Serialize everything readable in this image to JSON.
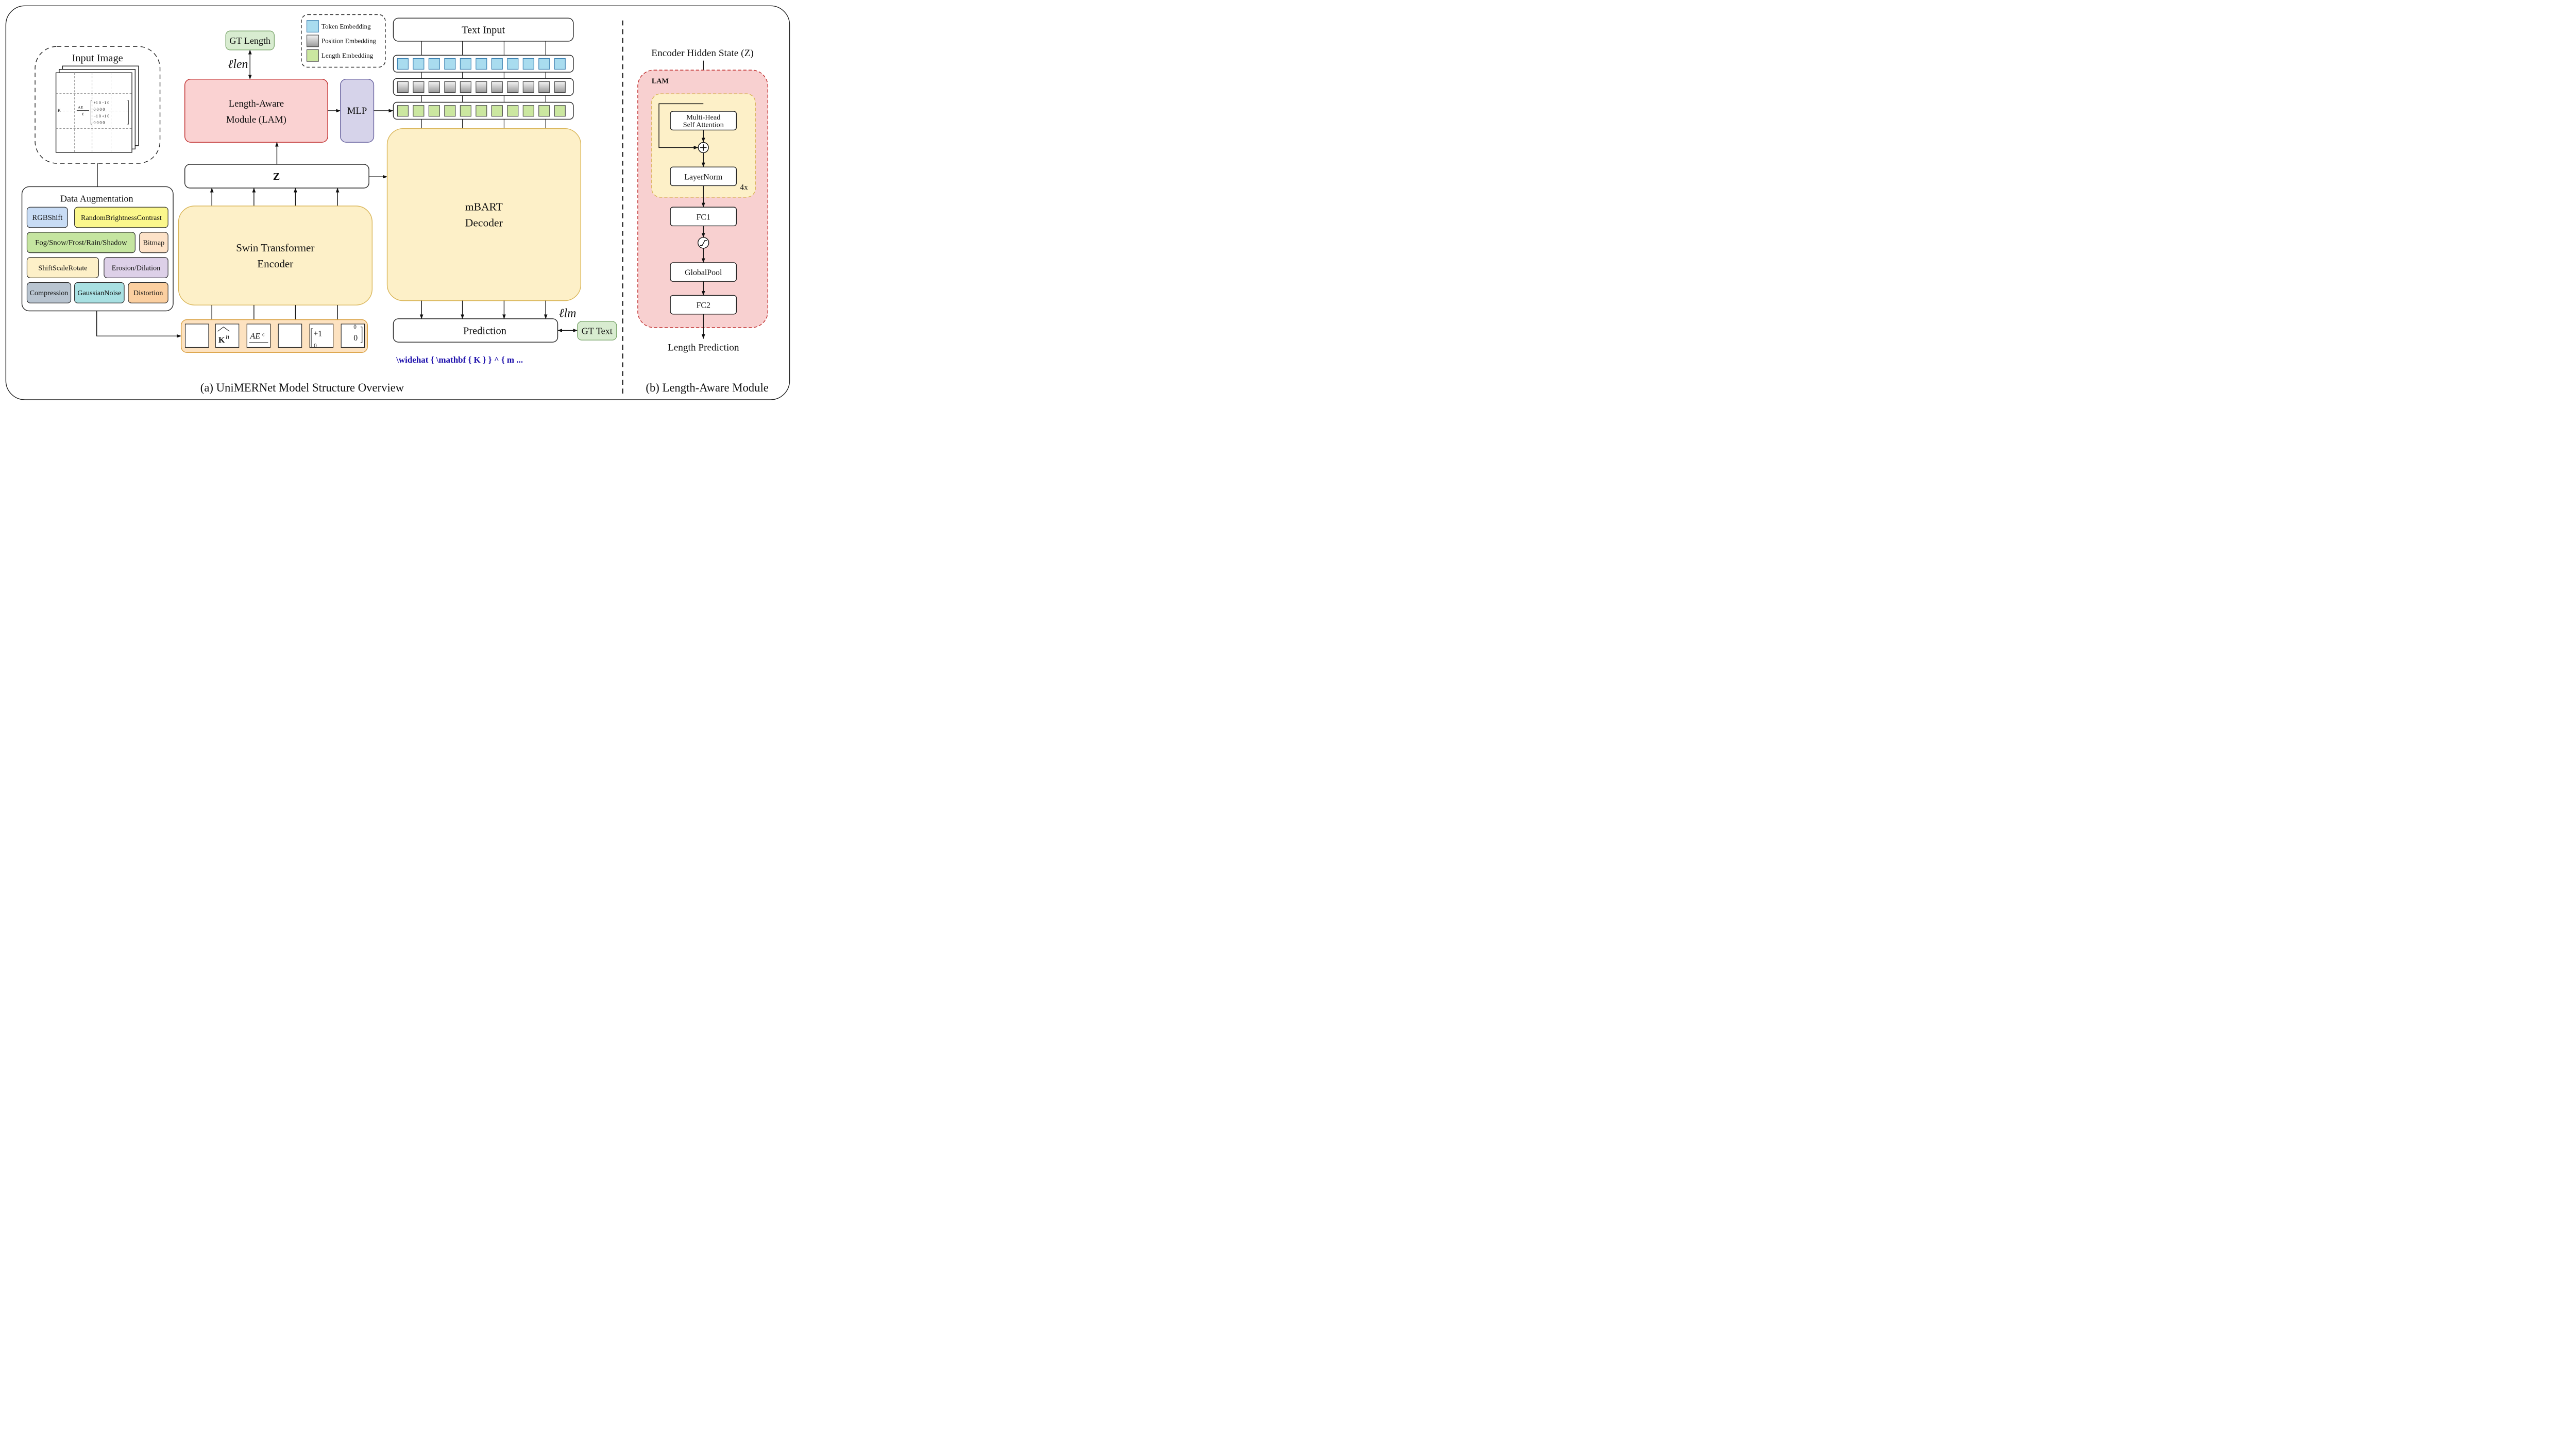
{
  "colors": {
    "yellow_block": "#fdf0c8",
    "pink_block": "#fad2d2",
    "purple_mlp": "#d6d3ea",
    "green_label": "#d8ecd0",
    "token_blue": "#a9dcef",
    "position_gray": "#c8c8c8",
    "length_green": "#cbe7a0",
    "blue_text": "#1a0dab"
  },
  "left": {
    "input_image_title": "Input Image",
    "data_augmentation_title": "Data Augmentation",
    "augmentations": [
      "RGBShift",
      "RandomBrightnessContrast",
      "Fog/Snow/Frost/Rain/Shadow",
      "Bitmap",
      "ShiftScaleRotate",
      "Erosion/Dilation",
      "Compression",
      "GaussianNoise",
      "Distortion"
    ]
  },
  "center": {
    "gt_length": "GT Length",
    "loss_len": "ℓlen",
    "lam_line1": "Length-Aware",
    "lam_line2": "Module (LAM)",
    "mlp": "MLP",
    "z": "Z",
    "encoder_line1": "Swin Transformer",
    "encoder_line2": "Encoder"
  },
  "legend": {
    "token": "Token Embedding",
    "position": "Position Embedding",
    "length": "Length Embedding"
  },
  "decoder": {
    "text_input": "Text Input",
    "decoder_line1": "mBART",
    "decoder_line2": "Decoder",
    "prediction": "Prediction",
    "gt_text": "GT Text",
    "loss_lm": "ℓlm",
    "latex_output": "\\widehat { \\mathbf { K } } ^ { m  ..."
  },
  "captions": {
    "left": "(a) UniMERNet Model Structure Overview",
    "right": "(b) Length-Aware Module"
  },
  "lam_panel": {
    "input_label": "Encoder Hidden State (Z)",
    "lam_tag": "LAM",
    "mhsa_line1": "Multi-Head",
    "mhsa_line2": "Self Attention",
    "layernorm": "LayerNorm",
    "repeat": "4x",
    "fc1": "FC1",
    "globalpool": "GlobalPool",
    "fc2": "FC2",
    "output_label": "Length Prediction"
  }
}
